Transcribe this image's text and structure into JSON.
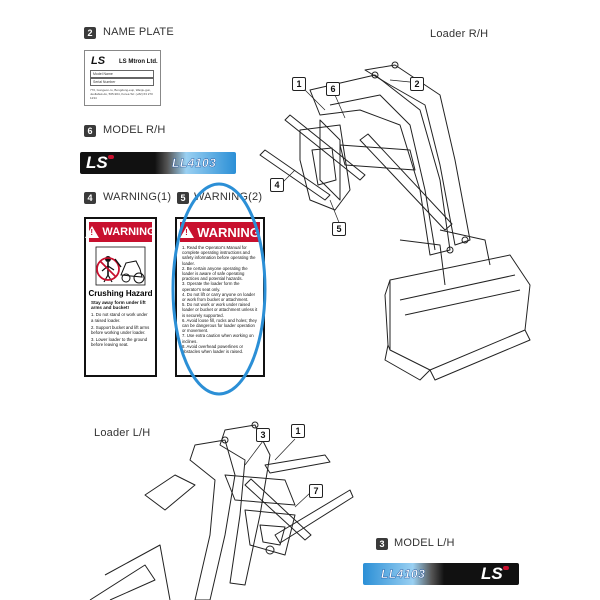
{
  "sections": {
    "name_plate": {
      "num": "2",
      "label": "NAME PLATE"
    },
    "model_rh": {
      "num": "6",
      "label": "MODEL R/H"
    },
    "warning1": {
      "num": "4",
      "label": "WARNING(1)"
    },
    "warning2": {
      "num": "5",
      "label": "WARNING(2)"
    },
    "model_lh": {
      "num": "3",
      "label": "MODEL L/H"
    }
  },
  "name_plate": {
    "logo": "LS",
    "company": "LS Mtron Ltd.",
    "field_model": "Model Name",
    "field_serial": "Serial Number",
    "address": "770, Gongeon-ro, Bongdong-eup, Wanju-gun, Jeollabuk-do, 565-904, Korea  Tel: (+82) 63 270 1234"
  },
  "model_badge": {
    "logo": "LS",
    "model": "LL4103"
  },
  "warning1": {
    "header": "WARNING",
    "title": "Crushing Hazard",
    "subtitle": "Stay away form under lift arms and bucket!",
    "items": [
      "1. Do not stand or work under a raised loader.",
      "2. Support bucket and lift arms before working under loader.",
      "3. Lower loader to the ground before leaving seat."
    ]
  },
  "warning2": {
    "header": "WARNING",
    "items": [
      "1. Read the Operator's Manual for complete operating instructions and safety information before operating the loader.",
      "2. Be certain anyone operating the loader is aware of safe operating practices and potential hazards.",
      "3. Operate the loader form the operator's seat only.",
      "4. Do not lift or carry anyone on loader or work from bucket or attachment.",
      "5. Do not work or work under raised loader or bucket or attachment unless it is securely supported.",
      "6. Avoid loose fill, rocks and holes; they can be dangerous for loader operation or movement.",
      "7. Use extra caution when working on inclines.",
      "8. Avoid overhead powerlines or obstacles when loader is raised."
    ]
  },
  "diagram_labels": {
    "loader_rh": "Loader R/H",
    "loader_lh": "Loader L/H"
  },
  "callouts_rh": [
    "1",
    "6",
    "2",
    "4",
    "5"
  ],
  "callouts_lh": [
    "3",
    "1",
    "7"
  ],
  "colors": {
    "warning_red": "#c8102e",
    "highlight_circle": "#2b8fd6",
    "model_blue": "#2b8fd6"
  }
}
